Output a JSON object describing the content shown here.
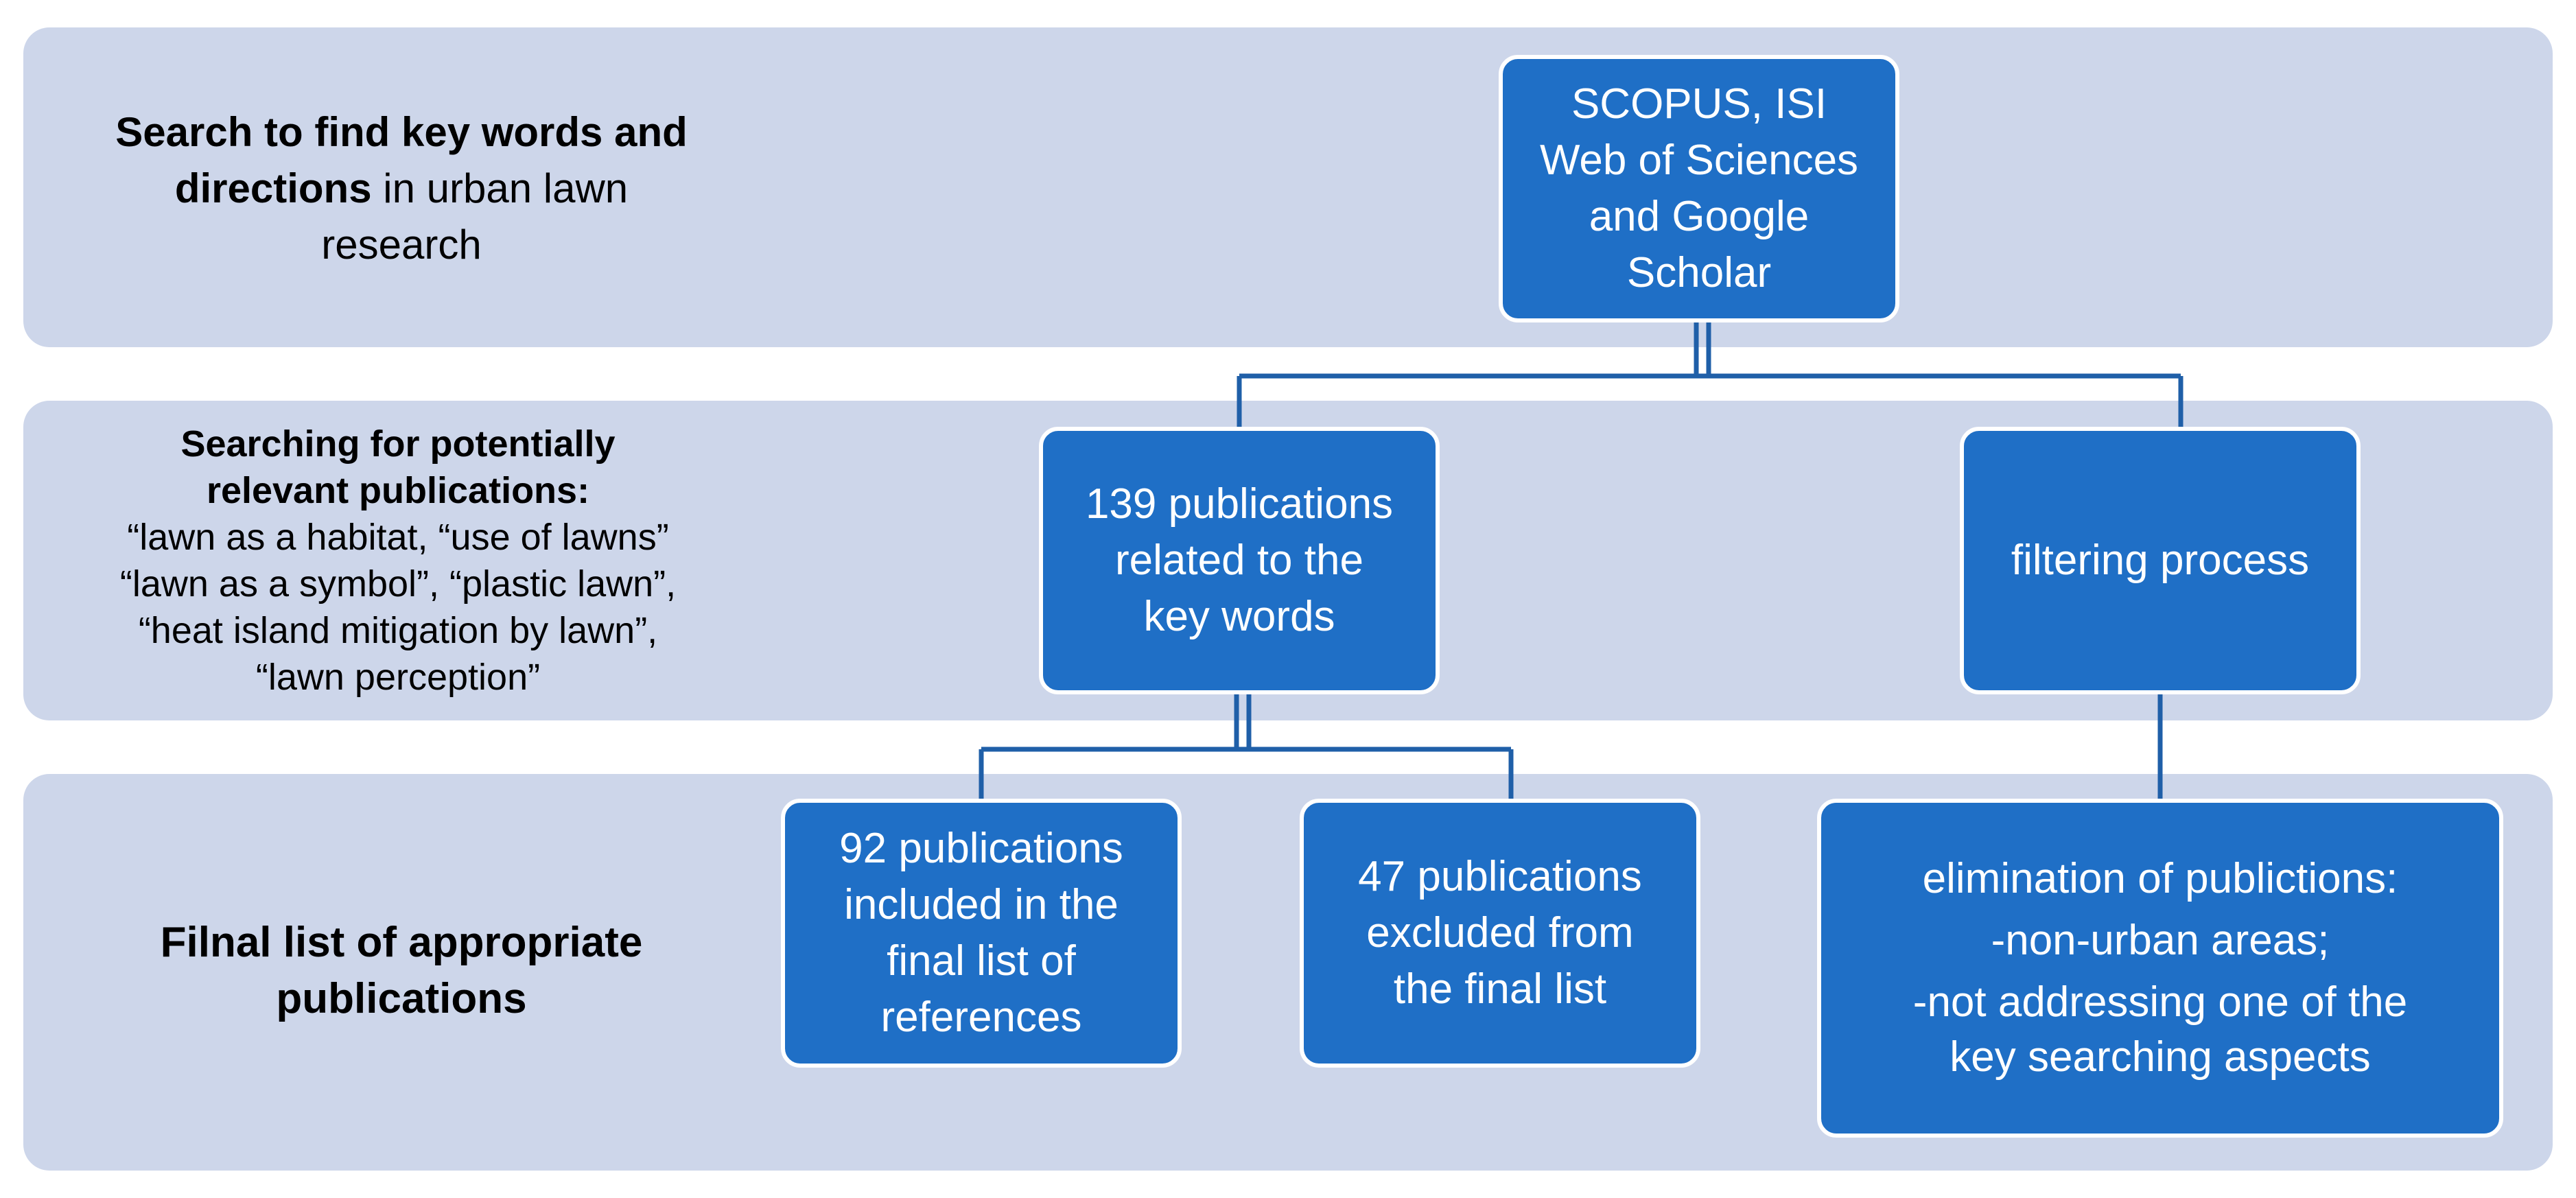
{
  "rows": [
    {
      "label_lines": [
        [
          {
            "text": "Search to find key words and",
            "bold": true
          }
        ],
        [
          {
            "text": "directions",
            "bold": true
          },
          {
            "text": " in urban lawn",
            "bold": false
          }
        ],
        [
          {
            "text": "research",
            "bold": false
          }
        ]
      ]
    },
    {
      "label_lines": [
        [
          {
            "text": "Searching for potentially",
            "bold": true
          }
        ],
        [
          {
            "text": "relevant publications:",
            "bold": true
          }
        ],
        [
          {
            "text": "“lawn as a habitat, “use of lawns”",
            "bold": false
          }
        ],
        [
          {
            "text": "“lawn as a symbol”, “plastic lawn”,",
            "bold": false
          }
        ],
        [
          {
            "text": "“heat island mitigation by lawn”,",
            "bold": false
          }
        ],
        [
          {
            "text": "“lawn perception”",
            "bold": false
          }
        ]
      ]
    },
    {
      "label_lines": [
        [
          {
            "text": "Filnal list of appropriate",
            "bold": true
          }
        ],
        [
          {
            "text": "publications",
            "bold": true
          }
        ]
      ]
    }
  ],
  "boxes": {
    "sources": [
      "SCOPUS, ISI",
      "Web of Sciences",
      "and Google",
      "Scholar"
    ],
    "related": [
      "139 publications",
      "related to the",
      "key words"
    ],
    "filtering": [
      "filtering process"
    ],
    "included": [
      "92 publications",
      "included in the",
      "final list of",
      "references"
    ],
    "excluded": [
      "47 publications",
      "excluded from",
      "the final list"
    ],
    "elimination": [
      "elimination of publictions:",
      "-non-urban areas;",
      "-not addressing one of the",
      "key searching aspects"
    ]
  },
  "colors": {
    "band": "#cdd6ea",
    "box_fill": "#1f6fc6",
    "box_border": "#ffffff",
    "connector": "#1f5fa8"
  }
}
